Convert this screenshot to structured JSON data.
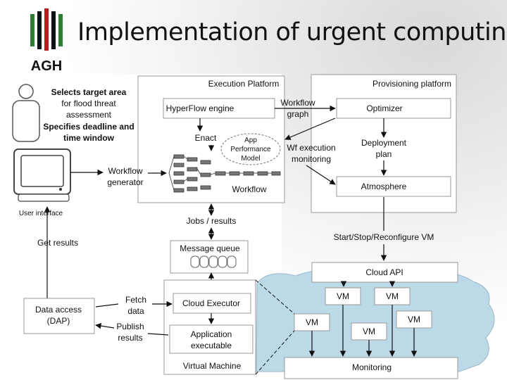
{
  "slide": {
    "title": "Implementation of urgent computing",
    "logo_text": "AGH",
    "colors": {
      "logo_green": "#2e7d32",
      "logo_red": "#b71c1c",
      "logo_black": "#111111",
      "cloud_fill": "#bcd9e8"
    }
  },
  "user": {
    "line1": "Selects target area",
    "line2": "for flood threat",
    "line3": "assessment",
    "line4": "Specifies deadline and",
    "line5": "time window",
    "interface_label": "User interface",
    "icons": [
      "person-icon",
      "monitor-icon"
    ]
  },
  "execution_platform": {
    "title": "Execution Platform",
    "hyperflow": "HyperFlow engine",
    "enact": "Enact",
    "app_model": [
      "App",
      "Performance",
      "Model"
    ],
    "workflow": "Workflow",
    "workflow_graph": [
      "Workflow",
      "graph"
    ],
    "wf_monitoring": [
      "Wf execution",
      "monitoring"
    ]
  },
  "provisioning_platform": {
    "title": "Provisioning platform",
    "optimizer": "Optimizer",
    "deployment_plan": [
      "Deployment",
      "plan"
    ],
    "atmosphere": "Atmosphere"
  },
  "workflow_generator": [
    "Workflow",
    "generator"
  ],
  "labels": {
    "jobs_results": "Jobs / results",
    "get_results": "Get results",
    "start_stop": "Start/Stop/Reconfigure VM",
    "fetch_data": [
      "Fetch",
      "data"
    ],
    "publish_results": [
      "Publish",
      "results"
    ]
  },
  "message_queue": "Message queue",
  "data_access": [
    "Data access",
    "(DAP)"
  ],
  "virtual_machine": {
    "title": "Virtual Machine",
    "cloud_executor": "Cloud Executor",
    "app_exec": [
      "Application",
      "executable"
    ]
  },
  "cloud": {
    "api": "Cloud API",
    "vms": [
      "VM",
      "VM",
      "VM",
      "VM",
      "VM"
    ],
    "monitoring": "Monitoring"
  }
}
